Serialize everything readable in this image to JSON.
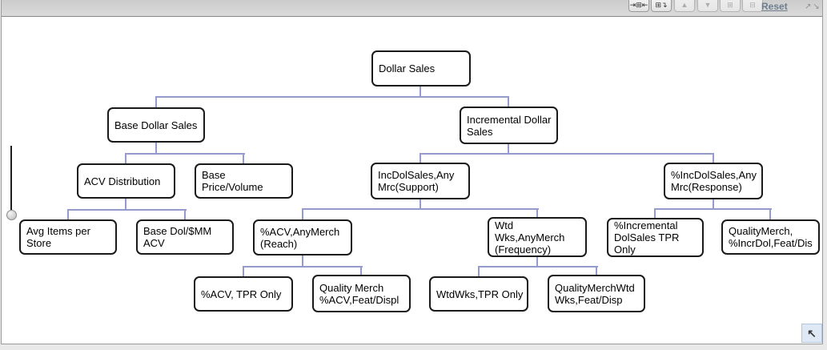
{
  "colors": {
    "connector": "#969bcd",
    "node_border": "#1a1a1a",
    "reset_link": "#6e7e8e",
    "pan_button_bg": "#dfe9f5"
  },
  "toolbar": {
    "expand_width_button": {
      "icon": "expand-tree-width-icon",
      "glyph": "⇥⊞⇤"
    },
    "expand_height_button": {
      "icon": "expand-tree-height-icon",
      "glyph": "⊞↴"
    },
    "move_up_button": {
      "icon": "arrow-up-icon",
      "glyph": "▲"
    },
    "move_down_button": {
      "icon": "arrow-down-icon",
      "glyph": "▼"
    },
    "expand_node_button": {
      "icon": "plus-box-icon",
      "glyph": "⊞"
    },
    "collapse_node_button": {
      "icon": "minus-box-icon",
      "glyph": "⊟"
    },
    "reset_label": "Reset",
    "corner_buttons": {
      "icon": "diagonal-arrows-icon",
      "glyph": "↗↘"
    }
  },
  "pan_button": {
    "icon": "arrow-up-left-icon",
    "glyph": "↖"
  },
  "tree": {
    "nodes": [
      {
        "id": "dollar-sales",
        "label": "Dollar Sales"
      },
      {
        "id": "base-dollar-sales",
        "label": "Base Dollar Sales"
      },
      {
        "id": "incremental-dollar-sales",
        "label": "Incremental Dollar\nSales"
      },
      {
        "id": "acv-distribution",
        "label": "ACV Distribution"
      },
      {
        "id": "base-price-volume",
        "label": "Base Price/Volume"
      },
      {
        "id": "incdolsales-anymrc-support",
        "label": "IncDolSales,Any\nMrc(Support)"
      },
      {
        "id": "pct-incdolsales-anymrc-response",
        "label": "%IncDolSales,Any\nMrc(Response)"
      },
      {
        "id": "avg-items-per-store",
        "label": "Avg Items per\nStore"
      },
      {
        "id": "base-dol-per-mm-acv",
        "label": "Base Dol/$MM\nACV"
      },
      {
        "id": "pct-acv-anymerch-reach",
        "label": "%ACV,AnyMerch\n(Reach)"
      },
      {
        "id": "wtd-wks-anymerch-frequency",
        "label": "Wtd\nWks,AnyMerch\n(Frequency)"
      },
      {
        "id": "pct-incremental-dolsales-tpr-only",
        "label": "%Incremental\nDolSales TPR\nOnly"
      },
      {
        "id": "qualitymerch-pct-incrdol-feat-dis",
        "label": "QualityMerch,\n%IncrDol,Feat/Dis"
      },
      {
        "id": "pct-acv-tpr-only",
        "label": "%ACV, TPR Only"
      },
      {
        "id": "quality-merch-pct-acv-feat-displ",
        "label": "Quality Merch\n%ACV,Feat/Displ"
      },
      {
        "id": "wtdwks-tpr-only",
        "label": "WtdWks,TPR Only"
      },
      {
        "id": "qualitymerchwtd-wks-feat-disp",
        "label": "QualityMerchWtd\nWks,Feat/Disp"
      }
    ]
  }
}
